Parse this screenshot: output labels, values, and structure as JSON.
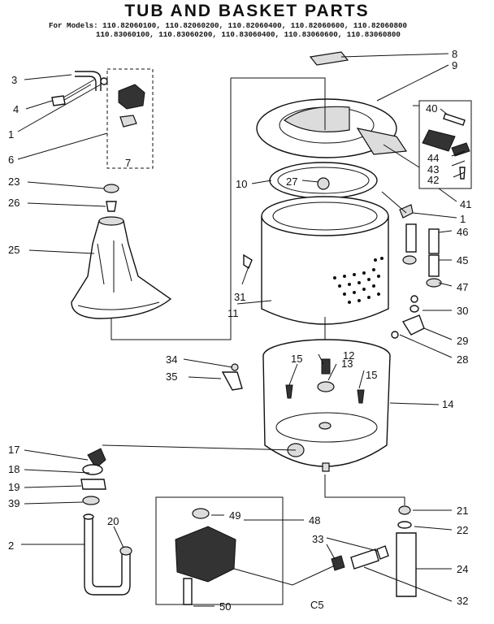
{
  "title": "TUB AND BASKET PARTS",
  "models_line1": "For Models: 110.82060100, 110.82060200, 110.82060400, 110.82060600, 110.82060800",
  "models_line2": "110.83060100, 110.83060200, 110.83060400, 110.83060600, 110.83060800",
  "footer_code": "C5",
  "callouts": [
    "1",
    "1",
    "2",
    "3",
    "4",
    "6",
    "7",
    "8",
    "9",
    "10",
    "11",
    "12",
    "13",
    "14",
    "15",
    "15",
    "17",
    "18",
    "19",
    "20",
    "21",
    "22",
    "23",
    "24",
    "25",
    "26",
    "27",
    "28",
    "29",
    "30",
    "31",
    "32",
    "33",
    "34",
    "35",
    "39",
    "40",
    "41",
    "42",
    "43",
    "44",
    "45",
    "46",
    "47",
    "48",
    "49",
    "50"
  ]
}
